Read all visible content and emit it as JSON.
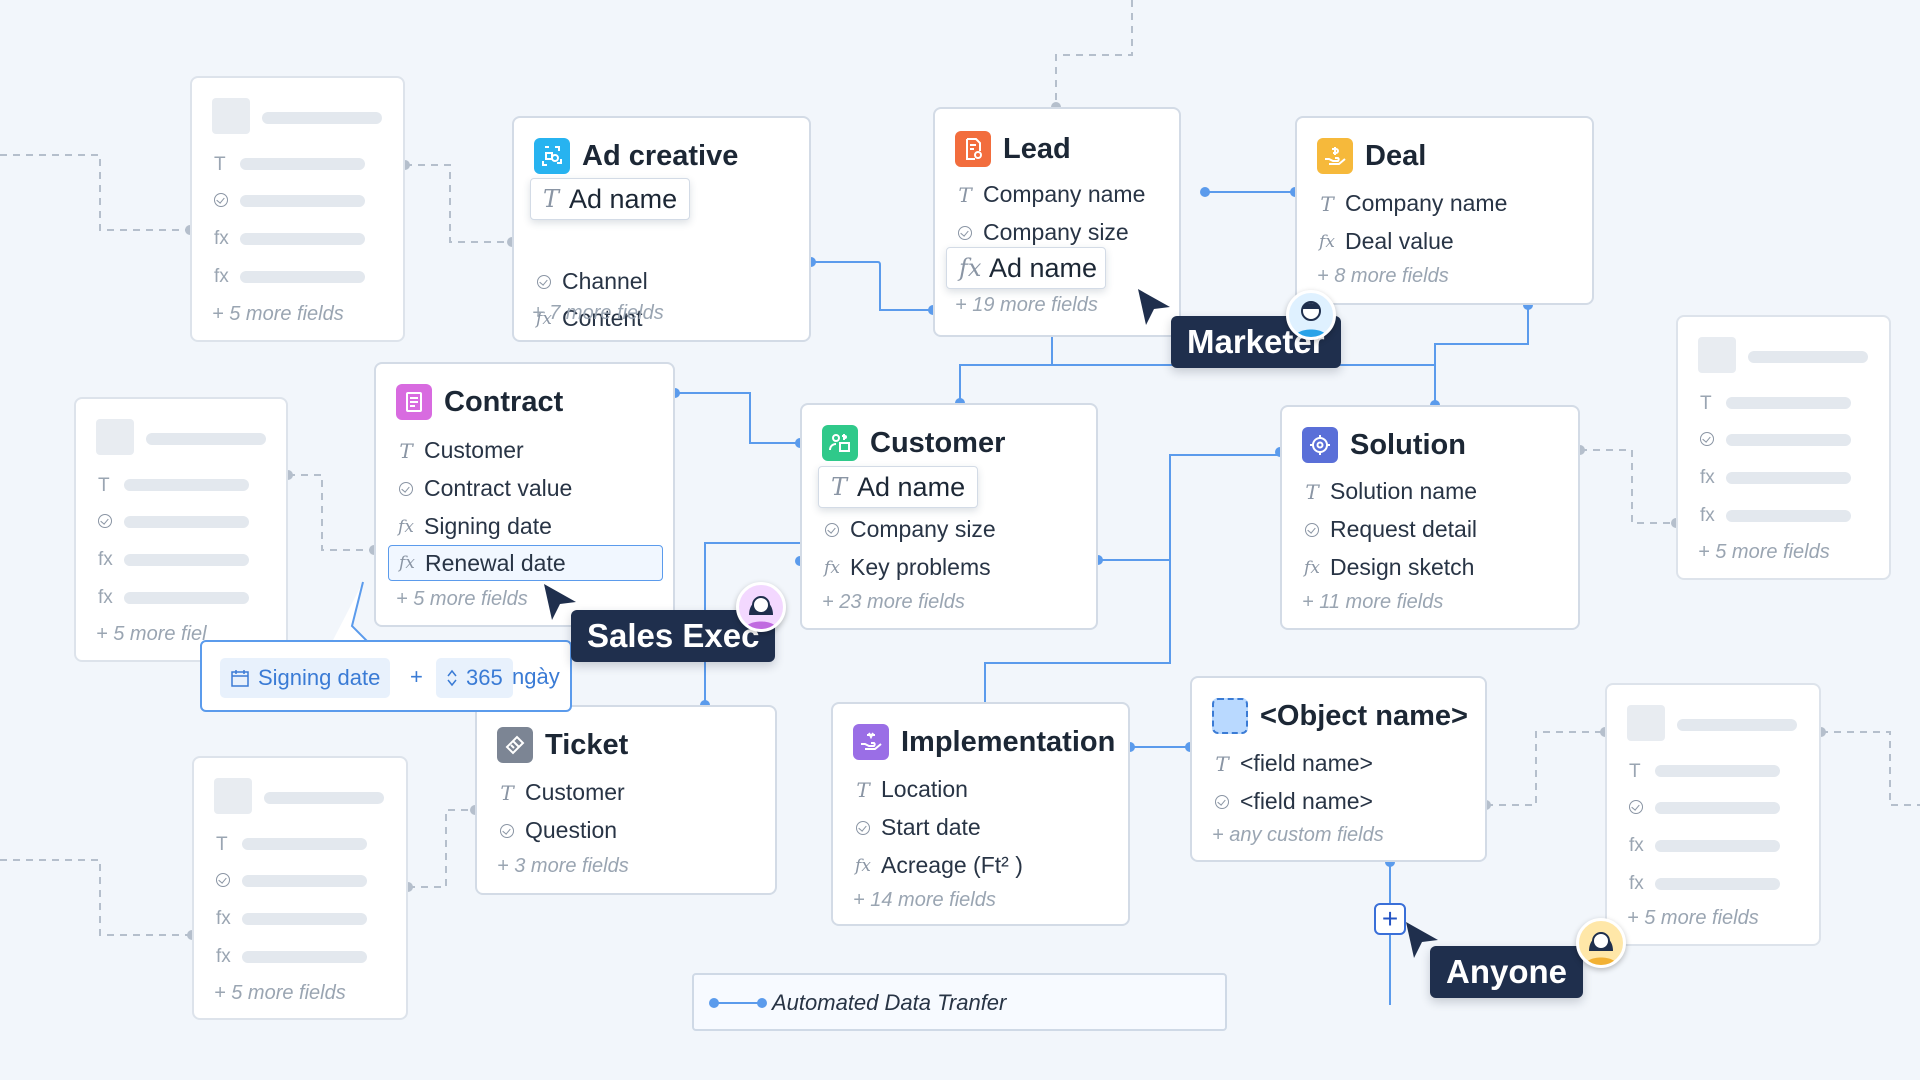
{
  "cards": {
    "ad_creative": {
      "title": "Ad creative",
      "icon": "ad-creative-icon",
      "icon_color": "#27b3f0",
      "fields": [
        {
          "type": "T",
          "label": "Ad name"
        },
        {
          "type": "check",
          "label": "Channel"
        },
        {
          "type": "fx",
          "label": "Content"
        }
      ],
      "more": "+ 7 more fields"
    },
    "lead": {
      "title": "Lead",
      "icon": "lead-icon",
      "icon_color": "#f26d3d",
      "fields": [
        {
          "type": "T",
          "label": "Company name"
        },
        {
          "type": "check",
          "label": "Company size"
        },
        {
          "type": "fx",
          "label": "Ad name"
        }
      ],
      "more": "+ 19 more  fields"
    },
    "deal": {
      "title": "Deal",
      "icon": "deal-icon",
      "icon_color": "#f6b93b",
      "fields": [
        {
          "type": "T",
          "label": "Company name"
        },
        {
          "type": "fx",
          "label": "Deal value"
        }
      ],
      "more": "+ 8 more  fields"
    },
    "contract": {
      "title": "Contract",
      "icon": "contract-icon",
      "icon_color": "#d86be0",
      "fields": [
        {
          "type": "T",
          "label": "Customer"
        },
        {
          "type": "check",
          "label": "Contract value"
        },
        {
          "type": "fx",
          "label": "Signing date"
        },
        {
          "type": "fx",
          "label": "Renewal date"
        }
      ],
      "more": "+ 5 more fields"
    },
    "customer": {
      "title": "Customer",
      "icon": "customer-icon",
      "icon_color": "#2fc98a",
      "fields": [
        {
          "type": "T",
          "label": "Ad name"
        },
        {
          "type": "check",
          "label": "Company size"
        },
        {
          "type": "fx",
          "label": "Key problems"
        }
      ],
      "more": "+ 23 more fields"
    },
    "solution": {
      "title": "Solution",
      "icon": "solution-icon",
      "icon_color": "#5a6fd8",
      "fields": [
        {
          "type": "T",
          "label": "Solution name"
        },
        {
          "type": "check",
          "label": "Request detail"
        },
        {
          "type": "fx",
          "label": "Design sketch"
        }
      ],
      "more": "+ 11 more fields"
    },
    "ticket": {
      "title": "Ticket",
      "icon": "ticket-icon",
      "icon_color": "#7c8594",
      "fields": [
        {
          "type": "T",
          "label": "Customer"
        },
        {
          "type": "check",
          "label": "Question"
        }
      ],
      "more": "+ 3 more fields"
    },
    "implementation": {
      "title": "Implementation",
      "icon": "implementation-icon",
      "icon_color": "#9a6ee6",
      "fields": [
        {
          "type": "T",
          "label": "Location"
        },
        {
          "type": "check",
          "label": "Start date"
        },
        {
          "type": "fx",
          "label": "Acreage (Ft² )"
        }
      ],
      "more": "+ 14 more  fields"
    },
    "object": {
      "title": "<Object name>",
      "icon": "placeholder-object-icon",
      "icon_color": "#b9d9ff",
      "fields": [
        {
          "type": "T",
          "label": "<field name>"
        },
        {
          "type": "check",
          "label": "<field name>"
        }
      ],
      "more": "+ any custom fields"
    }
  },
  "ghost_more": "+ 5 more fields",
  "ghost_more_clip": "+ 5 more fiel",
  "type_glyphs": {
    "T": "T",
    "fx": "fx"
  },
  "formula": {
    "field": "Signing date",
    "op": "+",
    "value": "365",
    "unit": "ngày"
  },
  "tags": {
    "marketer": "Marketer",
    "sales_exec": "Sales Exec",
    "anyone": "Anyone"
  },
  "legend": {
    "label": "Automated Data Tranfer"
  },
  "add_button": "+",
  "colors": {
    "connector": "#5b9bec",
    "dashed": "#b5bfcc",
    "tag_bg": "#1f2f4d",
    "accent": "#3a7bd5"
  }
}
